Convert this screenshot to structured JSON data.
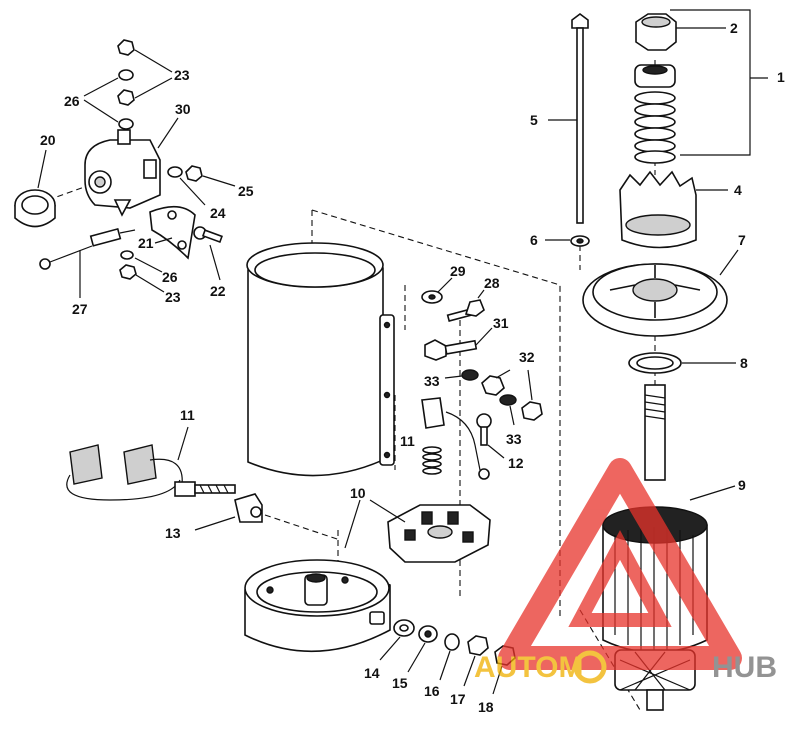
{
  "callouts": [
    {
      "id": "1",
      "label": "1"
    },
    {
      "id": "2",
      "label": "2"
    },
    {
      "id": "4",
      "label": "4"
    },
    {
      "id": "5",
      "label": "5"
    },
    {
      "id": "6",
      "label": "6"
    },
    {
      "id": "7",
      "label": "7"
    },
    {
      "id": "8",
      "label": "8"
    },
    {
      "id": "9",
      "label": "9"
    },
    {
      "id": "10",
      "label": "10"
    },
    {
      "id": "11a",
      "label": "11"
    },
    {
      "id": "11b",
      "label": "11"
    },
    {
      "id": "12",
      "label": "12"
    },
    {
      "id": "13",
      "label": "13"
    },
    {
      "id": "14",
      "label": "14"
    },
    {
      "id": "15",
      "label": "15"
    },
    {
      "id": "16",
      "label": "16"
    },
    {
      "id": "17",
      "label": "17"
    },
    {
      "id": "18",
      "label": "18"
    },
    {
      "id": "20",
      "label": "20"
    },
    {
      "id": "21",
      "label": "21"
    },
    {
      "id": "22",
      "label": "22"
    },
    {
      "id": "23a",
      "label": "23"
    },
    {
      "id": "23b",
      "label": "23"
    },
    {
      "id": "24",
      "label": "24"
    },
    {
      "id": "25",
      "label": "25"
    },
    {
      "id": "26a",
      "label": "26"
    },
    {
      "id": "26b",
      "label": "26"
    },
    {
      "id": "27",
      "label": "27"
    },
    {
      "id": "28",
      "label": "28"
    },
    {
      "id": "29",
      "label": "29"
    },
    {
      "id": "30",
      "label": "30"
    },
    {
      "id": "31",
      "label": "31"
    },
    {
      "id": "32",
      "label": "32"
    },
    {
      "id": "33a",
      "label": "33"
    },
    {
      "id": "33b",
      "label": "33"
    }
  ],
  "watermark": {
    "text_left": "AUTOM",
    "text_right": "HUB",
    "color": "#e8332b",
    "secondary_color": "#f0b000"
  },
  "colors": {
    "ink": "#111111",
    "background": "#ffffff"
  }
}
